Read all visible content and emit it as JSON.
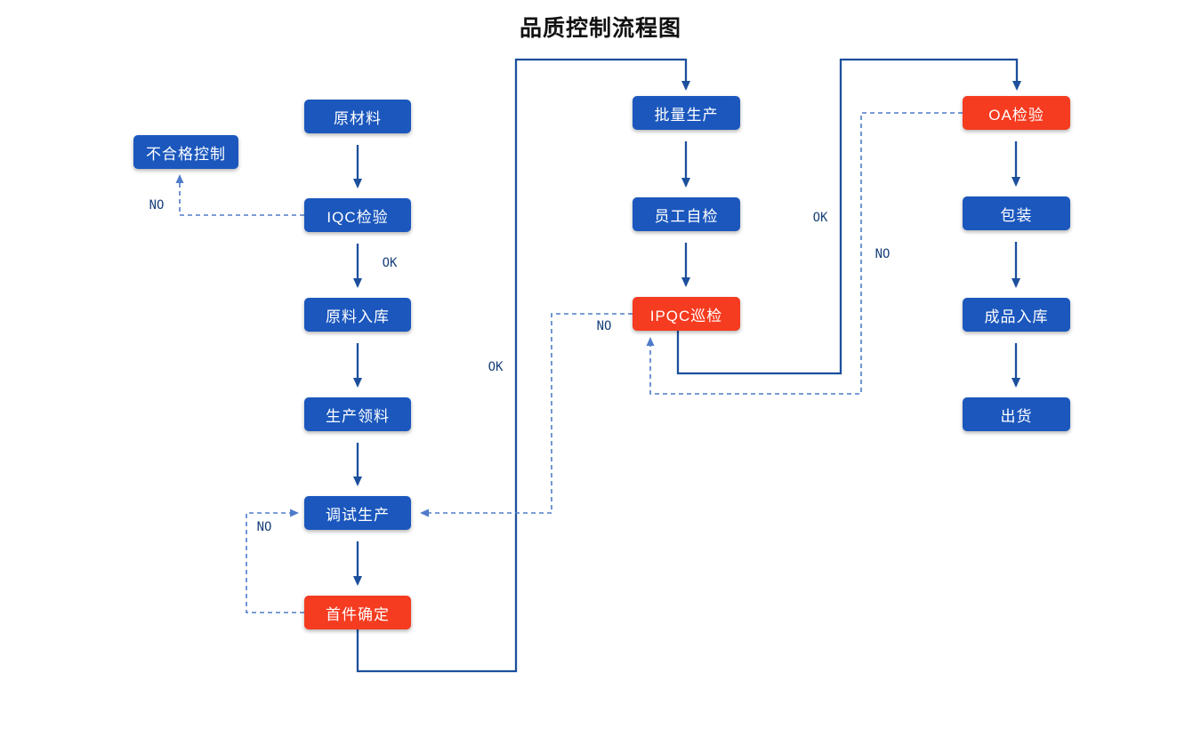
{
  "title": "品质控制流程图",
  "colors": {
    "node-blue": "#1b57bd",
    "node-red": "#f53b20",
    "line-solid": "#1c4f9c",
    "line-dashed": "#4f7bc9",
    "label-blue": "#173f7a"
  },
  "nodes": {
    "defect_control": {
      "label": "不合格控制"
    },
    "raw_material": {
      "label": "原材料"
    },
    "iqc": {
      "label": "IQC检验"
    },
    "material_storage": {
      "label": "原料入库"
    },
    "production_picking": {
      "label": "生产领料"
    },
    "trial_production": {
      "label": "调试生产"
    },
    "first_article": {
      "label": "首件确定"
    },
    "mass_production": {
      "label": "批量生产"
    },
    "self_inspection": {
      "label": "员工自检"
    },
    "ipqc": {
      "label": "IPQC巡检"
    },
    "oa_inspection": {
      "label": "OA检验"
    },
    "packaging": {
      "label": "包装"
    },
    "finished_storage": {
      "label": "成品入库"
    },
    "shipment": {
      "label": "出货"
    }
  },
  "edges": {
    "iqc_no": "NO",
    "iqc_ok": "OK",
    "first_ok": "OK",
    "first_no": "NO",
    "ipqc_no": "NO",
    "ipqc_ok": "OK",
    "oa_no": "NO"
  }
}
